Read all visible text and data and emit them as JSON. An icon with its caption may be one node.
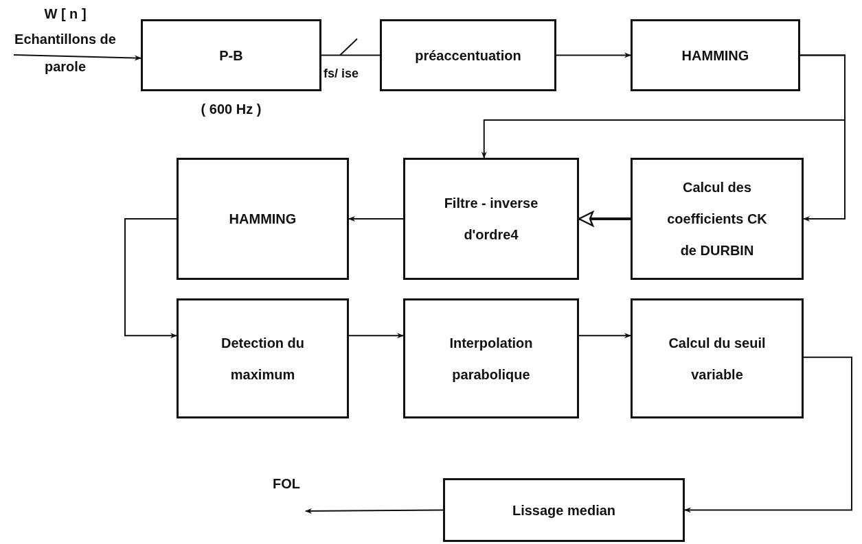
{
  "diagram": {
    "nodes": [
      {
        "text": [
          "W [ n ]",
          "Echantillons de parole"
        ]
      },
      {
        "text": [
          "P-B"
        ],
        "beside": [
          "( 600 Hz )"
        ]
      },
      {
        "text": [
          "préaccentuation"
        ]
      },
      {
        "text": [
          "HAMMING"
        ]
      },
      {
        "text": [
          "Filtre - inverse d'ordre4"
        ]
      },
      {
        "text": [
          "Calcul des coefficients CK de DURBIN"
        ]
      },
      {
        "text": [
          "HAMMING"
        ]
      },
      {
        "text": [
          "Detection du maximum"
        ]
      },
      {
        "text": [
          "Interpolation parabolique"
        ]
      },
      {
        "text": [
          "Calcul du seuil variable"
        ]
      },
      {
        "text": [
          "Lissage median"
        ]
      }
    ],
    "edges": [
      {
        "from": 0,
        "to": 1,
        "arrow": "to"
      },
      {
        "from": 1,
        "to": 2,
        "arrow": "none",
        "label": "fs/ ise"
      },
      {
        "from": 2,
        "to": 3,
        "arrow": "to"
      },
      {
        "from": 3,
        "to": 4,
        "arrow": "to"
      },
      {
        "from": 3,
        "to": 5,
        "arrow": "to"
      },
      {
        "from": 5,
        "to": 4,
        "arrow": "to",
        "style": "thick"
      },
      {
        "from": 4,
        "to": 6,
        "arrow": "to"
      },
      {
        "from": 6,
        "to": 7,
        "arrow": "to"
      },
      {
        "from": 7,
        "to": 8,
        "arrow": "to"
      },
      {
        "from": 8,
        "to": 9,
        "arrow": "to"
      },
      {
        "from": 9,
        "to": 10,
        "arrow": "to"
      },
      {
        "from": 10,
        "to": null,
        "arrow": "to"
      }
    ],
    "labels": [
      "FOL"
    ]
  }
}
